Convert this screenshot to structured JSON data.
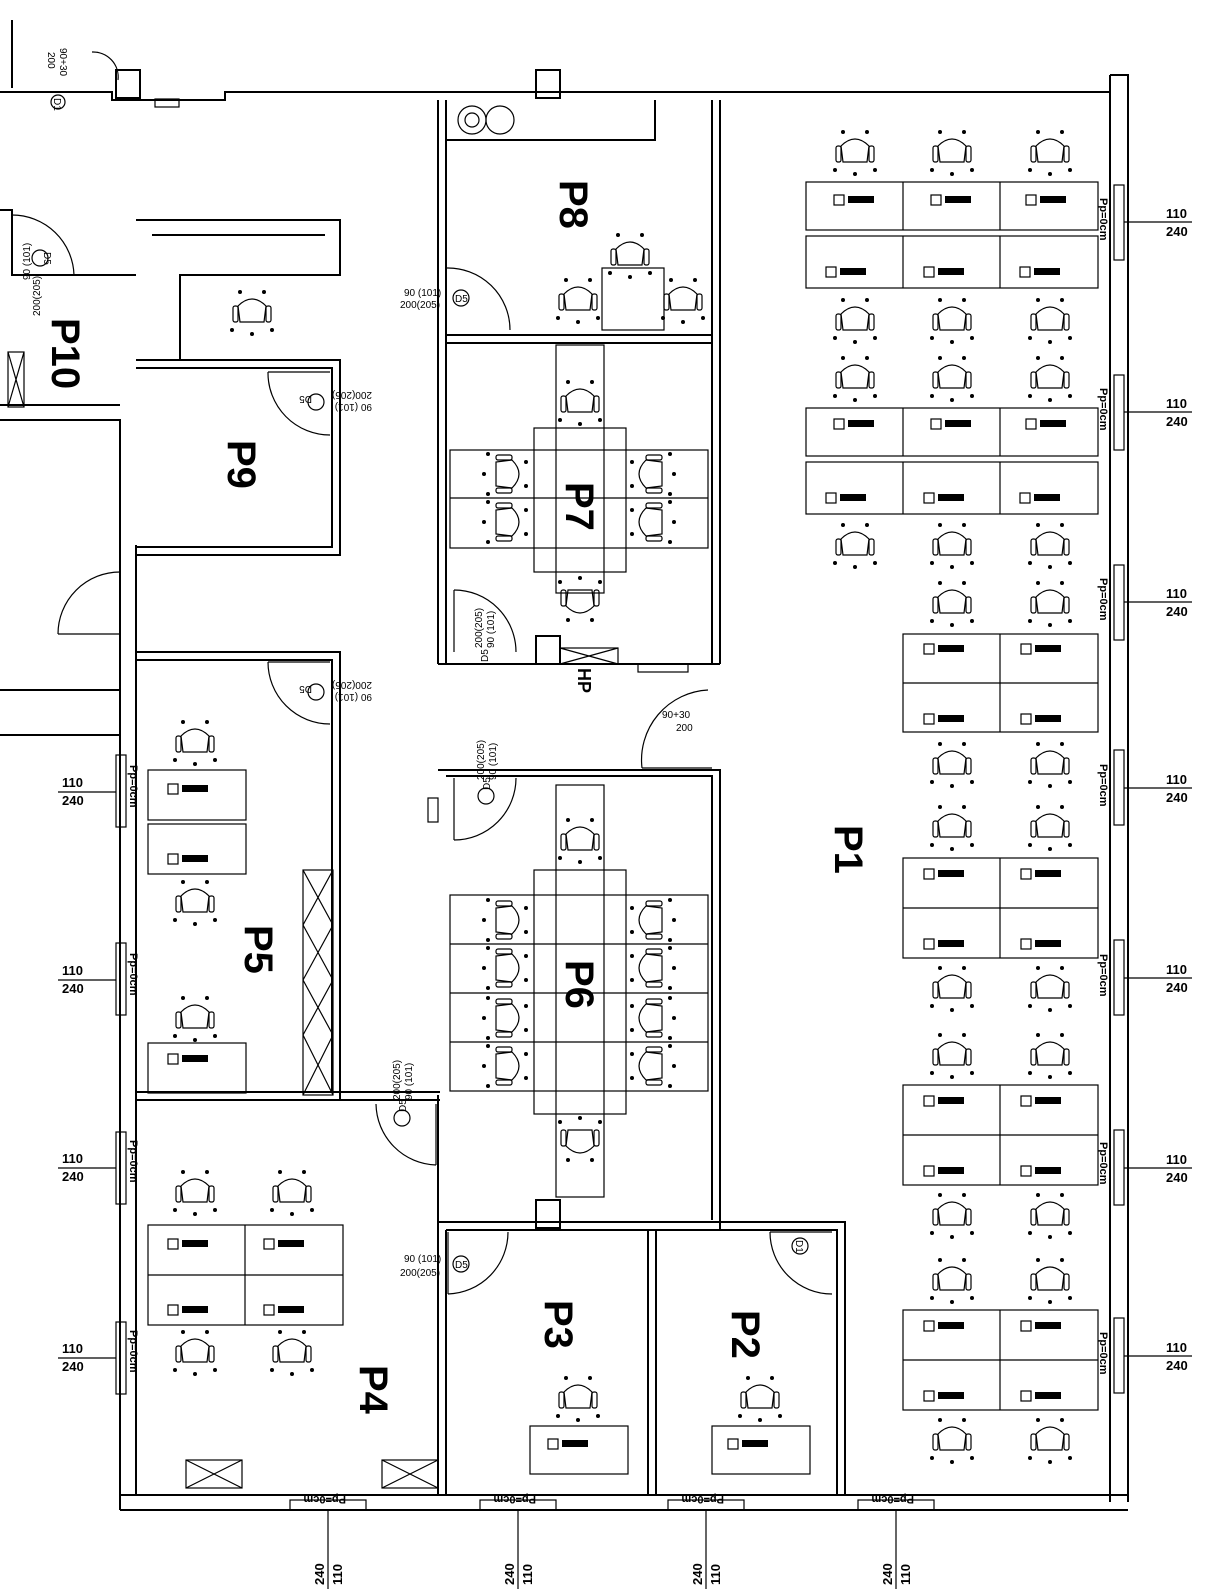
{
  "rooms": [
    "P1",
    "P2",
    "P3",
    "P4",
    "P5",
    "P6",
    "P7",
    "P8",
    "P9",
    "P10"
  ],
  "label_hp": "HP",
  "window_tag": "Pp=0cm",
  "window_dims": {
    "top": "110",
    "bottom": "240"
  },
  "door_tag": "D5",
  "door_small_tag": "D1",
  "door_dims": {
    "width": "90 (101)",
    "height": "200(205)"
  },
  "entrance_dims": {
    "width": "90+30",
    "height": "200"
  },
  "colors": {
    "line": "#000000",
    "background": "#ffffff"
  }
}
